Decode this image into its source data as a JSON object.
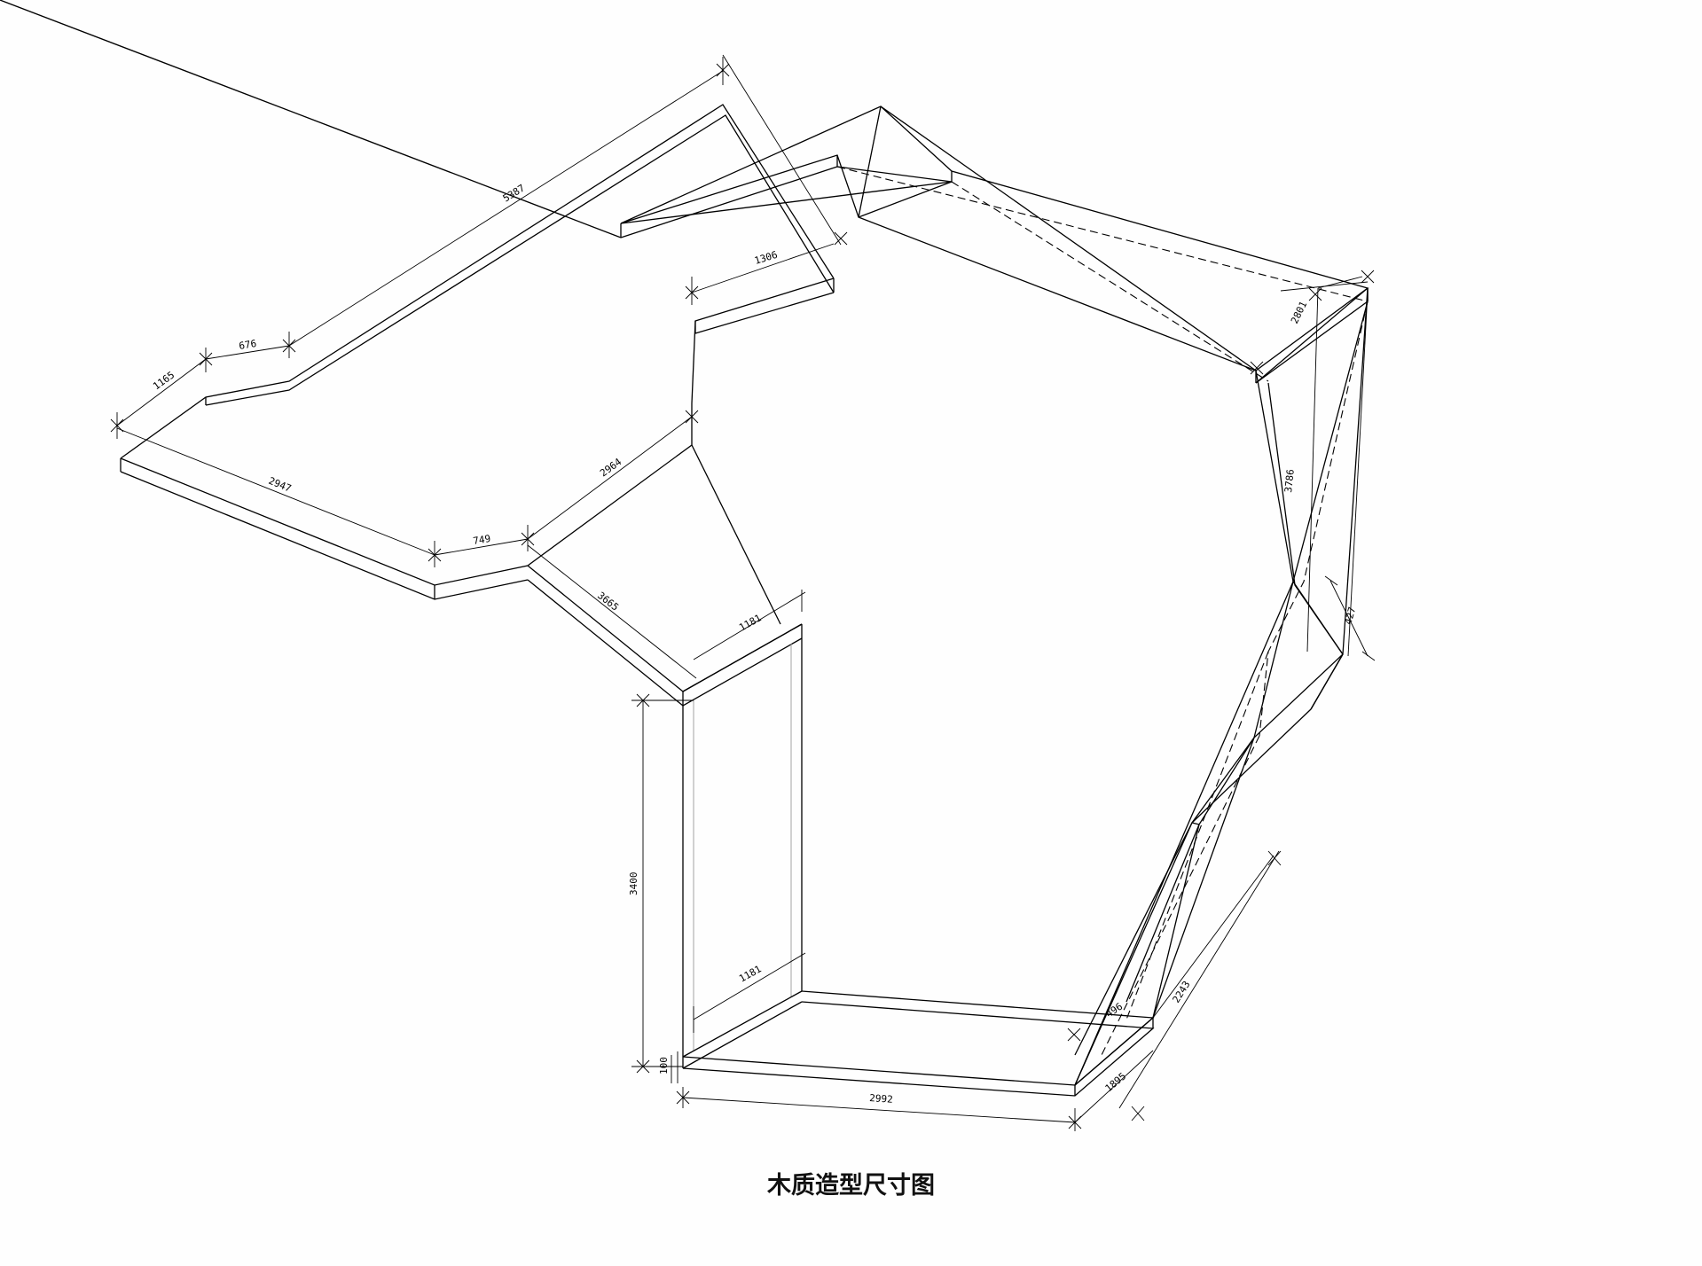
{
  "caption": "木质造型尺寸图",
  "dimensions": {
    "d_5387": "5387",
    "d_1306": "1306",
    "d_676": "676",
    "d_1165": "1165",
    "d_2947": "2947",
    "d_749": "749",
    "d_2964": "2964",
    "d_3665": "3665",
    "d_1181_top": "1181",
    "d_3400": "3400",
    "d_1181_bottom": "1181",
    "d_100": "100",
    "d_2992": "2992",
    "d_2243": "2243",
    "d_1895": "1895",
    "d_2801": "2801",
    "d_3786": "3786",
    "d_427": "427",
    "d_496": "496"
  }
}
